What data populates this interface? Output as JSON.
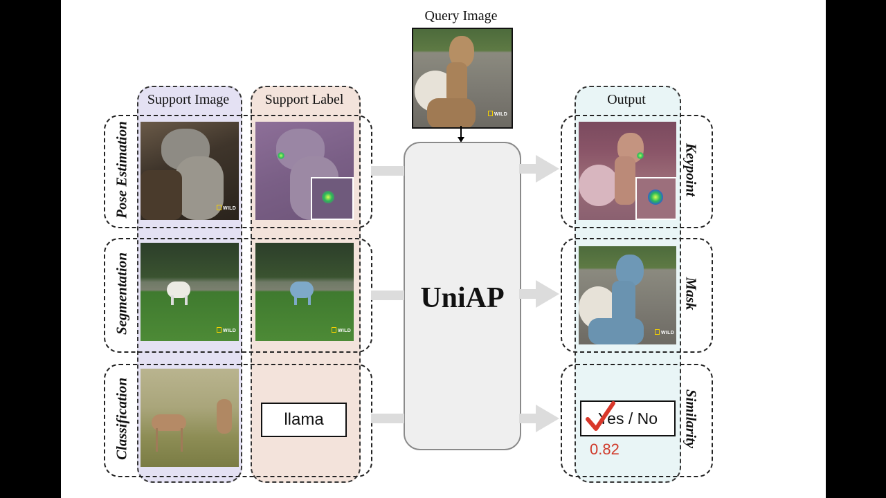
{
  "query": {
    "title": "Query Image"
  },
  "support_image": {
    "title": "Support Image"
  },
  "support_label": {
    "title": "Support Label"
  },
  "output": {
    "title": "Output"
  },
  "model": {
    "name": "UniAP"
  },
  "rows": [
    {
      "task": "Pose Estimation",
      "output_type": "Keypoint"
    },
    {
      "task": "Segmentation",
      "output_type": "Mask"
    },
    {
      "task": "Classification",
      "output_type": "Similarity"
    }
  ],
  "classification": {
    "label": "llama",
    "answer": "Yes / No",
    "score": "0.82"
  },
  "watermark": "WILD",
  "colors": {
    "support_image_bg": "#e4e1f3",
    "support_label_bg": "#f3e3db",
    "output_bg": "#e9f5f6",
    "uniap_bg": "#efefef",
    "check": "#d9372a",
    "score": "#d03a2a"
  }
}
